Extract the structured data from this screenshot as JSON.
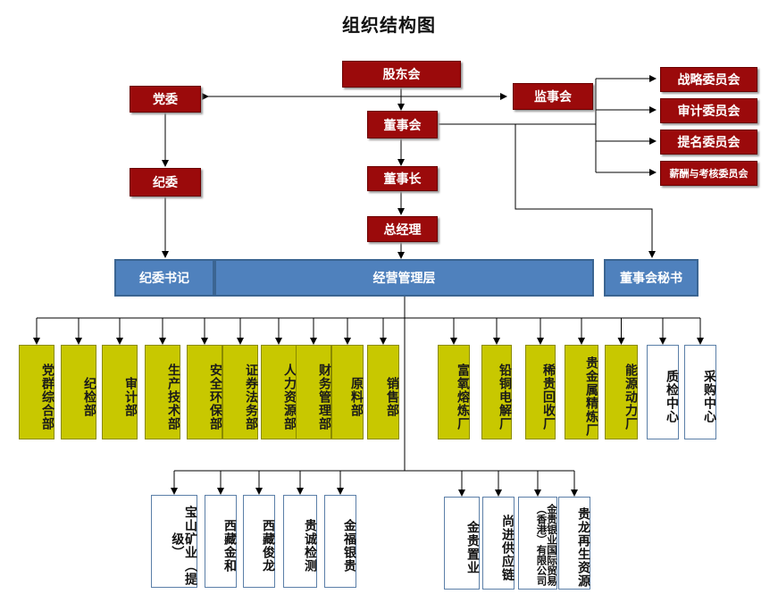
{
  "title": "组织结构图",
  "nodes": {
    "gudonghui": "股东会",
    "dangwei": "党委",
    "jianshihui": "监事会",
    "dongshihui": "董事会",
    "jiwei": "纪委",
    "dongshizhang": "董事长",
    "zongjingli": "总经理",
    "zhanlue": "战略委员会",
    "shenji_wyh": "审计委员会",
    "timing": "提名委员会",
    "xinchou": "薪酬与考核委员会",
    "jiwei_shuji": "纪委书记",
    "jingying": "经营管理层",
    "dongmi": "董事会秘书"
  },
  "departments": [
    "党群综合部",
    "纪检部",
    "审计部",
    "生产技术部",
    "安全环保部",
    "证券法务部",
    "人力资源部",
    "财务管理部",
    "原料部",
    "销售部"
  ],
  "plants": [
    "富氧熔炼厂",
    "铅铜电解厂",
    "稀贵回收厂",
    "贵金属精炼厂",
    "能源动力厂"
  ],
  "centers": [
    "质检中心",
    "采购中心"
  ],
  "subs_left": [
    "宝山矿业（提级）",
    "西藏金和",
    "西藏俊龙",
    "贵诚检测",
    "金福银贵"
  ],
  "subs_right": [
    "金贵置业",
    "尚进供应链",
    "金贵银业国际贸易（香港）有限公司",
    "贵龙再生资源"
  ],
  "colors": {
    "red": "#9b0a0b",
    "blue": "#4f81bd",
    "yellow": "#c8c800",
    "line": "#000000"
  }
}
